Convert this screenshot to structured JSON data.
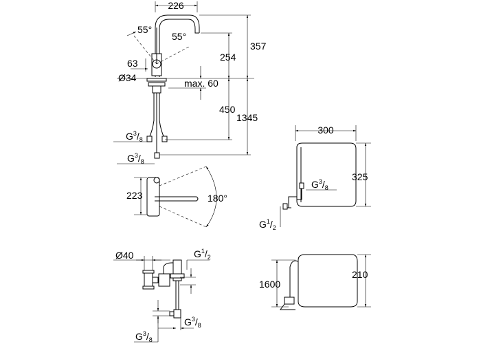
{
  "faucet_side": {
    "spout_reach": "226",
    "lever_angle_left": "55°",
    "lever_angle_right": "55°",
    "total_height": "357",
    "spout_height": "254",
    "lever_offset": "63",
    "base_diameter": "Ø34",
    "max_counter": "max. 60",
    "hose_length": "450",
    "overall_length": "1345",
    "hose_thread_1": {
      "base": "G",
      "num": "3",
      "den": "8"
    },
    "hose_thread_2": {
      "base": "G",
      "num": "3",
      "den": "8"
    }
  },
  "faucet_top": {
    "depth": "223",
    "swivel_angle": "180°"
  },
  "boiler_front": {
    "width": "300",
    "height": "325",
    "thread_outlet": {
      "base": "G",
      "num": "3",
      "den": "8"
    },
    "thread_inlet": {
      "base": "G",
      "num": "1",
      "den": "2"
    }
  },
  "boiler_side": {
    "depth": "210",
    "cable_length": "1600"
  },
  "valve": {
    "diameter": "Ø40",
    "thread_top": {
      "base": "G",
      "num": "1",
      "den": "2"
    },
    "thread_mid": {
      "base": "G",
      "num": "3",
      "den": "8"
    },
    "thread_bottom": {
      "base": "G",
      "num": "3",
      "den": "8"
    }
  }
}
